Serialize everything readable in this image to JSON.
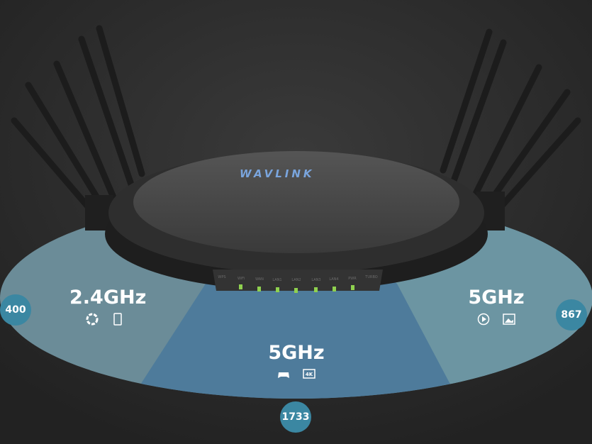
{
  "brand": "WAVLINK",
  "port_labels": [
    "WPS",
    "WiFi",
    "WAN",
    "LAN1",
    "LAN2",
    "LAN3",
    "LAN4",
    "PWR",
    "TURBO"
  ],
  "bands": [
    {
      "label": "2.4GHz",
      "speed": "400",
      "icons": [
        "aperture-icon",
        "tablet-icon"
      ]
    },
    {
      "label": "5GHz",
      "speed": "1733",
      "icons": [
        "gamepad-icon",
        "4k-display-icon"
      ]
    },
    {
      "label": "5GHz",
      "speed": "867",
      "icons": [
        "play-icon",
        "image-icon"
      ]
    }
  ],
  "badge_4k": "4K",
  "colors": {
    "background": "#2a2a2a",
    "left_sector": "#6b8c98",
    "center_sector": "#4e7b9b",
    "right_sector": "#6c95a2",
    "badge": "#3b87a2",
    "led": "#8fd14f"
  }
}
